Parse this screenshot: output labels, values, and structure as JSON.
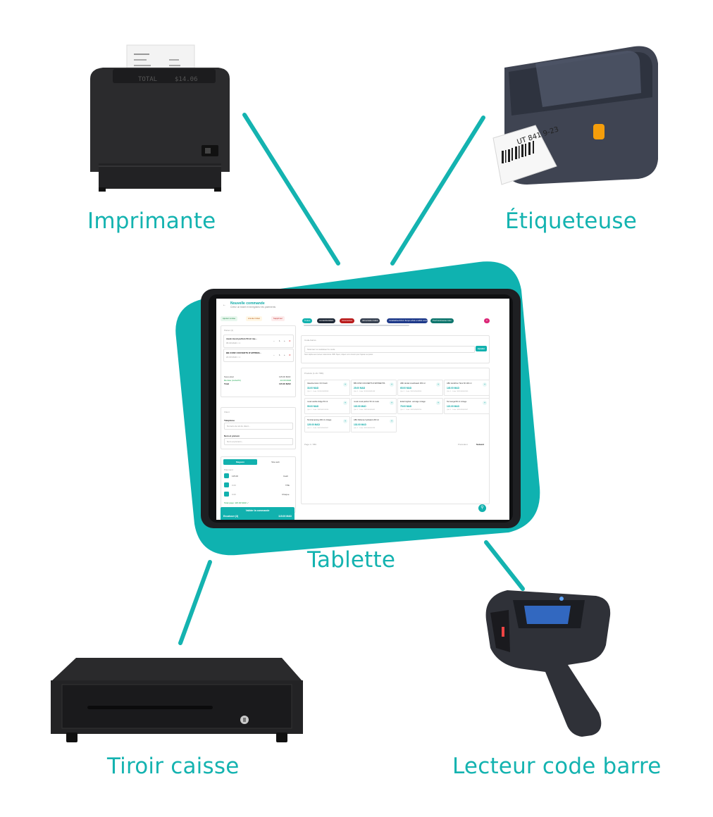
{
  "labels": {
    "printer": "Imprimante",
    "label_printer": "Étiqueteuse",
    "tablet": "Tablette",
    "cash_drawer": "Tiroir caisse",
    "barcode_reader": "Lecteur code barre"
  },
  "receipt": {
    "total_label": "TOTAL",
    "total_value": "$14.06"
  },
  "app": {
    "title": "Nouvelle commande",
    "subtitle": "Créez un ticket et enregistrez les paiements",
    "actions": [
      "Ajouter remise",
      "Annuler ticket",
      "Supprimer"
    ],
    "cart": {
      "title": "Panier (2)",
      "items": [
        {
          "name": "musk musk parfum 50 ml mu...",
          "sub": "95.00 MAD × 1",
          "qty": "1"
        },
        {
          "name": "BB CONF COUVERTS D'APPREN...",
          "sub": "20.00 MAD × 1",
          "qty": "1"
        }
      ],
      "subtotal_label": "Sous-total",
      "subtotal_value": "115.00 MAD",
      "discount_label": "Remise (code1%)",
      "discount_value": "-10.00 MAD",
      "total_label": "Total",
      "total_value": "115.00 MAD"
    },
    "client": {
      "title": "Client",
      "phone_label": "Téléphone",
      "phone_placeholder": "Numéro de tél du client...",
      "name_label": "Nom et prénom",
      "name_placeholder": "Nom et prénom..."
    },
    "tabs": [
      "Magasin",
      "Site web"
    ],
    "payments": {
      "title": "Paiement",
      "rows": [
        {
          "amount": "115.00",
          "method": "Cash"
        },
        {
          "amount": "0.00",
          "method": "TPE"
        },
        {
          "amount": "0.00",
          "method": "Chèque"
        }
      ],
      "total": "Total payé: 115.00 MAD ✓"
    },
    "cash_button": {
      "label": "Encaisser (3)",
      "amount": "115.00 MAD"
    },
    "validate_button": "Valider la commande",
    "categories": [
      {
        "label": "Toutes",
        "color": "#12b1ae"
      },
      {
        "label": "ACCESSOIRES",
        "color": "#1f2937"
      },
      {
        "label": "Accessoires",
        "color": "#b91c1c"
      },
      {
        "label": "Alimentation bébé",
        "color": "#374151"
      },
      {
        "label": "Cicabiafine/CICA-Temps what a rabbit univers",
        "color": "#1e3a8a"
      },
      {
        "label": "Push lumineuse color",
        "color": "#0f766e"
      },
      {
        "label": "C",
        "color": "#db2777"
      }
    ],
    "barcode": {
      "title": "Code-barres",
      "placeholder": "Scannez ou saisissez le code",
      "add_label": "Ajouter",
      "hint": "Scan rapide avec lecteur code-barres USB. Tapez, cliquez sur le bouton pour l'ajouter au panier."
    },
    "products": {
      "title": "Produits (1-16 / 580)",
      "items": [
        {
          "name": "Vaseline lotion 3 D Fresh",
          "price": "33.00 MAD",
          "meta": "Qté: 0 · Code: 3016169089958"
        },
        {
          "name": "BB CONF COUVERTS D'APPRENTIS",
          "price": "25.00 MAD",
          "meta": "Qté: 0 · Code: 3016168081088"
        },
        {
          "name": "ABC dental mouthwash 250 ml",
          "price": "65.00 MAD",
          "meta": "Qté: 0 · Code: 3652045048956"
        },
        {
          "name": "ABC dentifrice Tlenz fill 100 ml",
          "price": "145.00 MAD",
          "meta": "Qté: 0 · Code: 3652046046580"
        },
        {
          "name": "musk vanilla Indige 50 ml",
          "price": "99.00 MAD",
          "meta": "Qté: 0 · Code: 3362040100260"
        },
        {
          "name": "musk musk parfum 50 ml musk",
          "price": "115.00 MAD",
          "meta": "Qté: 0 · Code: 3362040080081"
        },
        {
          "name": "Eclat brightal - anti-âge vintage",
          "price": "75.00 MAD",
          "meta": "Qté: 0 · Code: 3652045058750"
        },
        {
          "name": "Tal mangal fill ml vintage",
          "price": "122.00 MAD",
          "meta": "Qté: 0 · Code: 3652045040567"
        },
        {
          "name": "Tal shampoing 200 ml vintage",
          "price": "129.00 MAD",
          "meta": "Qté: 0 · Code: 3652045046507"
        },
        {
          "name": "ABC Défense hydratant 200 ml",
          "price": "133.00 MAD",
          "meta": "Qté: 0 · Code: 3652046046286"
        }
      ],
      "page_info": "Page 1 / 580",
      "prev": "Précédent",
      "next": "Suivant"
    }
  }
}
